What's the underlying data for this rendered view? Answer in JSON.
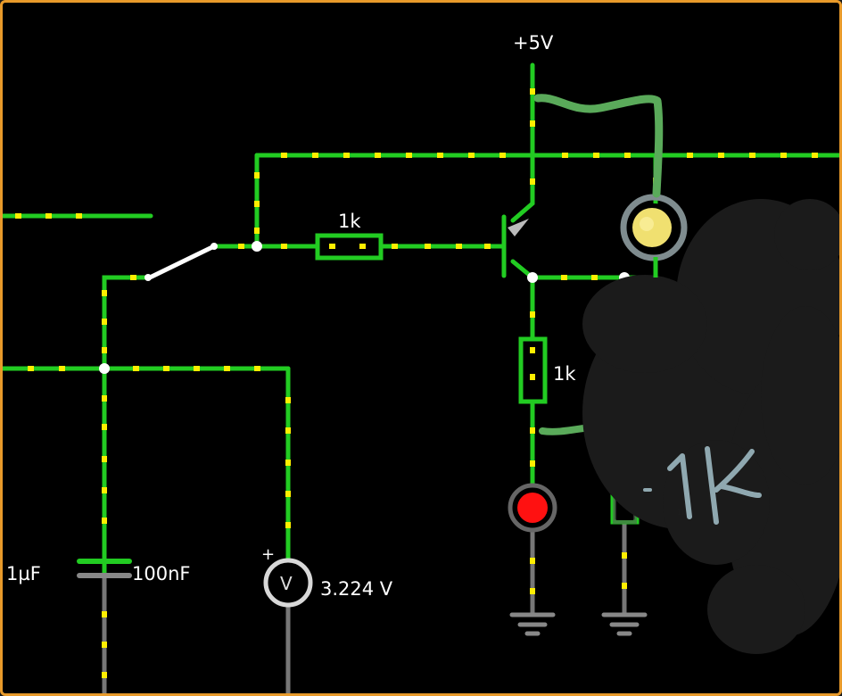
{
  "circuit": {
    "supply_label": "+5V",
    "base_resistor_label": "1k",
    "emitter_resistor_label": "1k",
    "cap1_label": "1µF",
    "cap2_label": "100nF",
    "voltmeter_symbol": "V",
    "voltmeter_polarity": "+",
    "voltmeter_reading": "3.224 V"
  },
  "annotation": {
    "handwritten_label": "1k"
  },
  "colors": {
    "wire_live": "#22cc22",
    "current_dot": "#ffee00",
    "wire_idle": "#777777",
    "background": "#000000",
    "frame": "#e89a2a",
    "handwriting": "#5aaa5a",
    "handwriting_label": "#8fa8b0",
    "lamp": "#f0e070",
    "led": "#ff1111"
  }
}
